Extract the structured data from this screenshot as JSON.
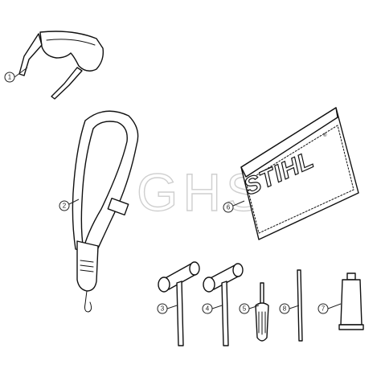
{
  "watermark": "GHS",
  "brand": {
    "name": "STIHL",
    "mark": "®"
  },
  "callouts": [
    "1",
    "2",
    "3",
    "4",
    "5",
    "6",
    "7",
    "8"
  ]
}
